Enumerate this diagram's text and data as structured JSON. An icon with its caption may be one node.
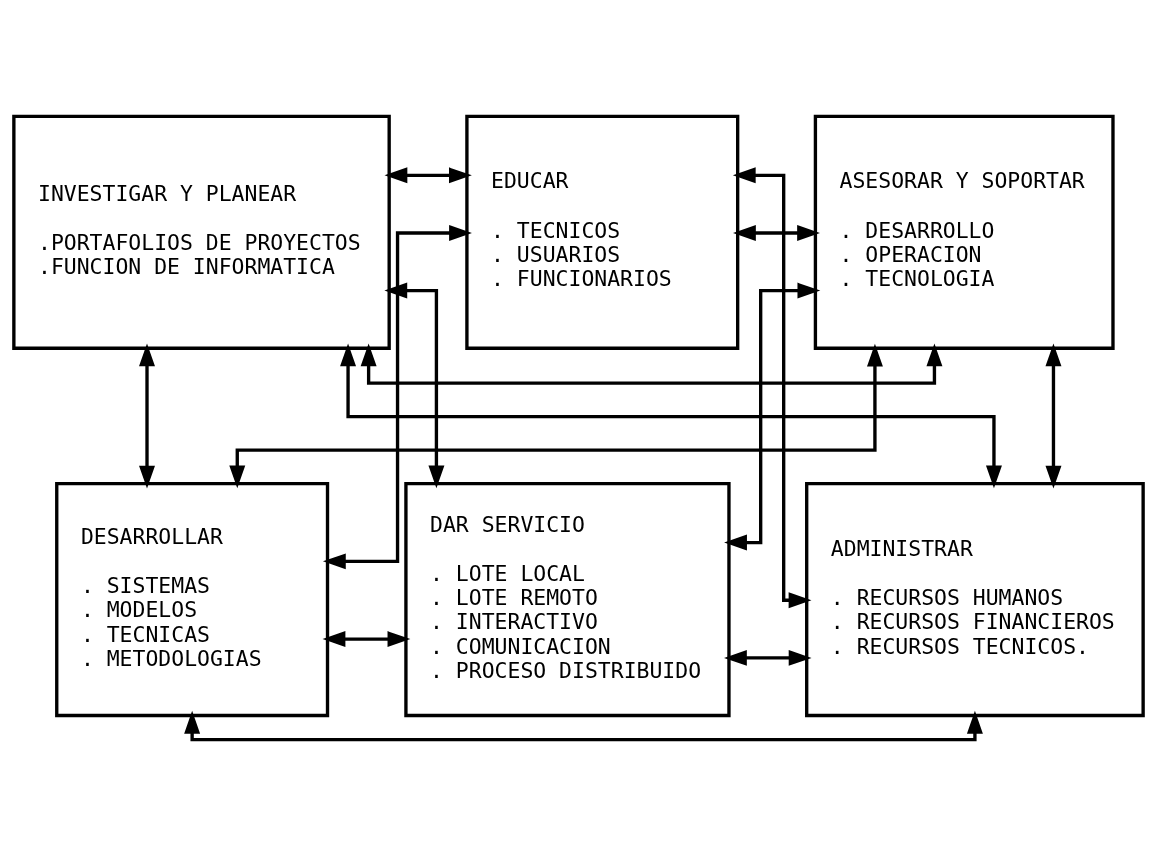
{
  "diagram": {
    "nodes": [
      {
        "text": [
          "INVESTIGAR Y PLANEAR",
          ".PORTAFOLIOS DE PROYECTOS",
          ".FUNCION DE INFORMATICA"
        ]
      },
      {
        "text": [
          "EDUCAR",
          ". TECNICOS",
          ". USUARIOS",
          ". FUNCIONARIOS"
        ]
      },
      {
        "text": [
          "ASESORAR Y SOPORTAR",
          ". DESARROLLO",
          ". OPERACION",
          ". TECNOLOGIA"
        ]
      },
      {
        "text": [
          "DESARROLLAR",
          ". SISTEMAS",
          ". MODELOS",
          ". TECNICAS",
          ". METODOLOGIAS"
        ]
      },
      {
        "text": [
          "DAR SERVICIO",
          ". LOTE LOCAL",
          ". LOTE REMOTO",
          ". INTERACTIVO",
          ". COMUNICACION",
          ". PROCESO DISTRIBUIDO"
        ]
      },
      {
        "text": [
          "ADMINISTRAR",
          ". RECURSOS HUMANOS",
          ". RECURSOS FINANCIEROS",
          ". RECURSOS TECNICOS."
        ]
      }
    ],
    "edges": [
      {
        "from": 0,
        "to": 2,
        "arrow": "both"
      },
      {
        "from": 0,
        "to": 1,
        "arrow": "both"
      },
      {
        "from": 1,
        "to": 2,
        "arrow": "both"
      },
      {
        "from": 0,
        "to": 3,
        "arrow": "both"
      },
      {
        "from": 0,
        "to": 4,
        "arrow": "both"
      },
      {
        "from": 0,
        "to": 5,
        "arrow": "both"
      },
      {
        "from": 1,
        "to": 3,
        "arrow": "both"
      },
      {
        "from": 1,
        "to": 5,
        "arrow": "both"
      },
      {
        "from": 2,
        "to": 3,
        "arrow": "both"
      },
      {
        "from": 2,
        "to": 4,
        "arrow": "both"
      },
      {
        "from": 2,
        "to": 5,
        "arrow": "both"
      },
      {
        "from": 3,
        "to": 4,
        "arrow": "both"
      },
      {
        "from": 4,
        "to": 5,
        "arrow": "both"
      },
      {
        "from": 3,
        "to": 5,
        "arrow": "both"
      }
    ]
  }
}
